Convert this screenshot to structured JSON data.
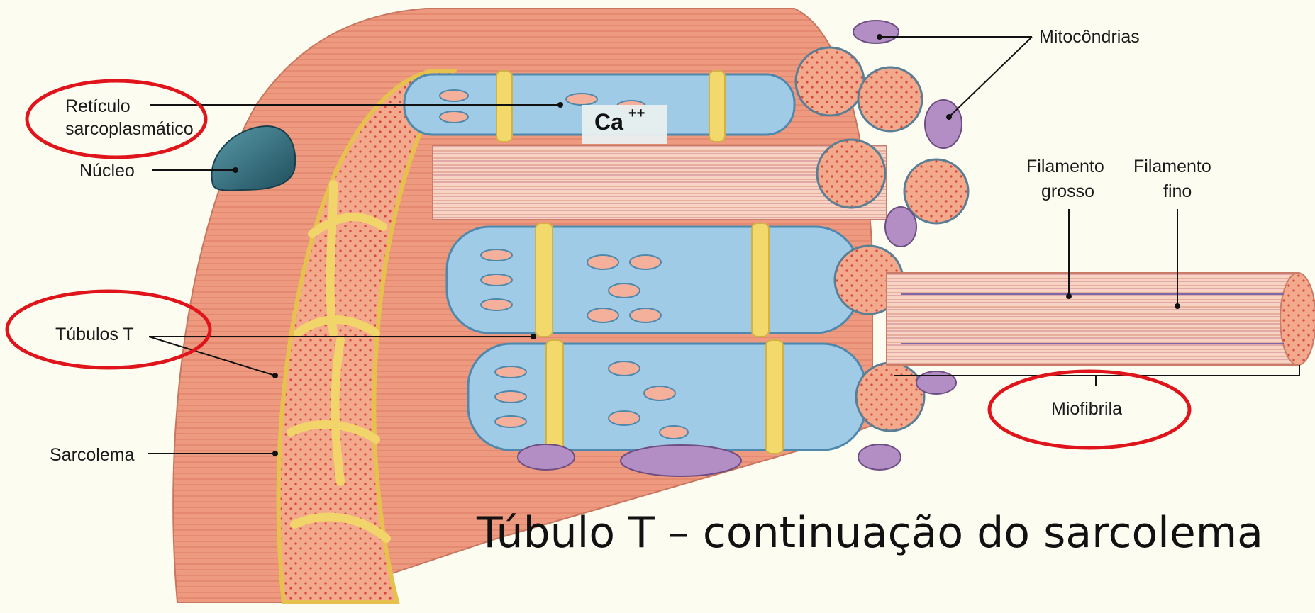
{
  "labels": {
    "reticulo_line1": "Retículo",
    "reticulo_line2": "sarcoplasmático",
    "nucleo": "Núcleo",
    "tubulos_t": "Túbulos T",
    "sarcolema": "Sarcolema",
    "mitocondrias": "Mitocôndrias",
    "filamento_grosso_1": "Filamento",
    "filamento_grosso_2": "grosso",
    "filamento_fino_1": "Filamento",
    "filamento_fino_2": "fino",
    "miofibrila": "Miofibrila"
  },
  "ion": {
    "symbol": "Ca",
    "charge": "++"
  },
  "caption": "Túbulo T – continuação do sarcolema",
  "highlighted_labels": [
    "Retículo sarcoplasmático",
    "Túbulos T",
    "Miofibrila"
  ],
  "colors": {
    "background": "#fdfcf1",
    "sarcolemma": "#eb9278",
    "reticulum": "#9fcbe6",
    "tubules": "#f3d86c",
    "myofibril": "#f2a184",
    "mitochondria": "#b38ec4",
    "nucleus": "#2f6b7e",
    "highlight_ring": "#e0141b"
  }
}
